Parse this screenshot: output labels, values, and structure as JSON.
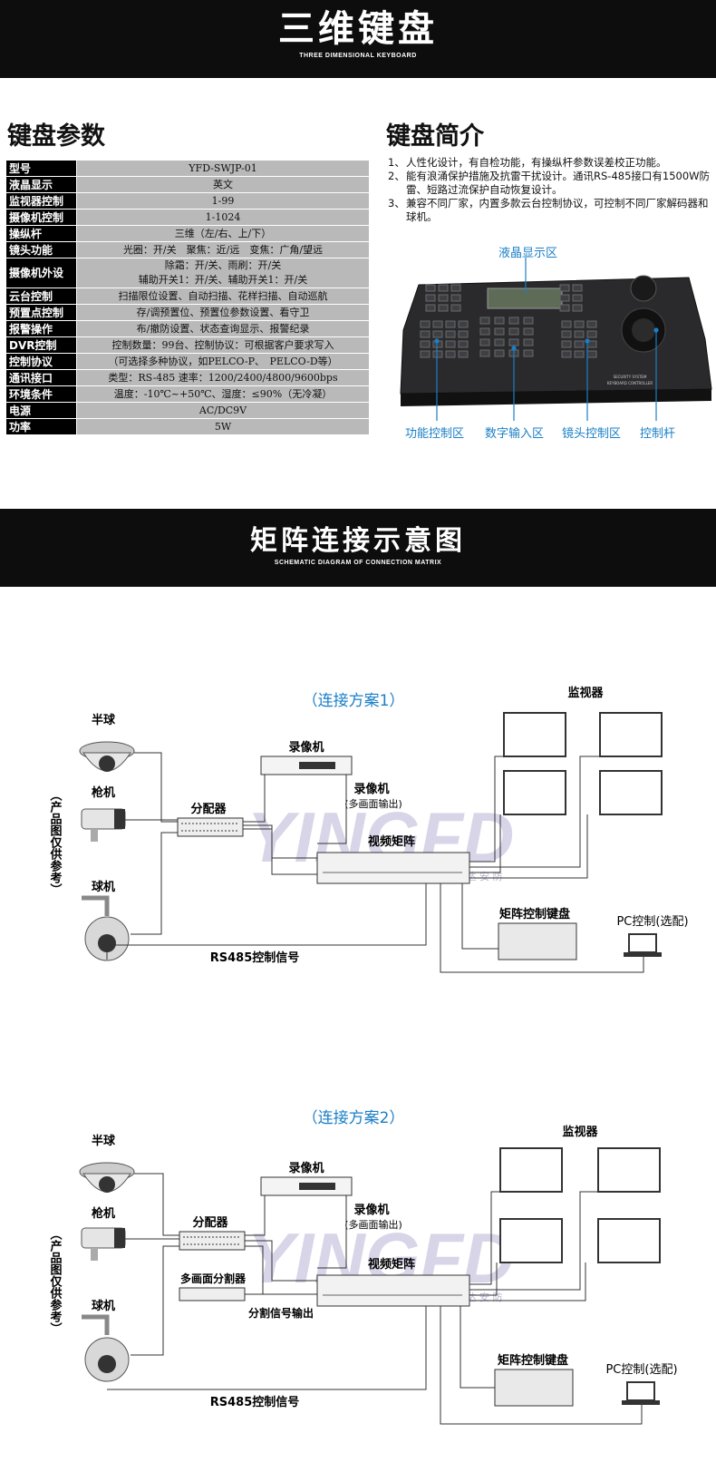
{
  "header": {
    "title": "三维键盘",
    "subtitle": "THREE DIMENSIONAL KEYBOARD"
  },
  "params": {
    "heading": "键盘参数",
    "rows": [
      {
        "k": "型号",
        "v": "YFD-SWJP-01"
      },
      {
        "k": "液晶显示",
        "v": "英文"
      },
      {
        "k": "监视器控制",
        "v": "1-99"
      },
      {
        "k": "摄像机控制",
        "v": "1-1024"
      },
      {
        "k": "操纵杆",
        "v": "三维（左/右、上/下）"
      },
      {
        "k": "镜头功能",
        "v": "光圈：开/关　聚焦：近/远　变焦：广角/望远"
      },
      {
        "k": "摄像机外设",
        "v": "除霜：开/关、雨刷：开/关",
        "v2": "辅助开关1：开/关、辅助开关1：开/关"
      },
      {
        "k": "云台控制",
        "v": "扫描限位设置、自动扫描、花样扫描、自动巡航"
      },
      {
        "k": "预置点控制",
        "v": "存/调预置位、预置位参数设置、看守卫"
      },
      {
        "k": "报警操作",
        "v": "布/撤防设置、状态查询显示、报警纪录"
      },
      {
        "k": "DVR控制",
        "v": "控制数量：99台、控制协议：可根据客户要求写入"
      },
      {
        "k": "控制协议",
        "v": "（可选择多种协议，如PELCO-P、　PELCO-D等）"
      },
      {
        "k": "通讯接口",
        "v": "类型：RS-485 速率：1200/2400/4800/9600bps"
      },
      {
        "k": "环境条件",
        "v": "温度：-10℃~+50℃、湿度：≤90%（无冷凝）"
      },
      {
        "k": "电源",
        "v": "AC/DC9V"
      },
      {
        "k": "功率",
        "v": "5W"
      }
    ]
  },
  "intro": {
    "heading": "键盘简介",
    "items": [
      {
        "n": "1、",
        "t": "人性化设计，有自检功能，有操纵杆参数误差校正功能。"
      },
      {
        "n": "2、",
        "t": "能有浪涌保护措施及抗雷干扰设计。通讯RS-485接口有1500W防雷、短路过流保护自动恢复设计。"
      },
      {
        "n": "3、",
        "t": "兼容不同厂家，内置多款云台控制协议，可控制不同厂家解码器和球机。"
      }
    ]
  },
  "keyboard": {
    "lcd_label": "液晶显示区",
    "labels": [
      "功能控制区",
      "数字输入区",
      "镜头控制区",
      "控制杆"
    ],
    "panel_text1": "SECURITY SYSTEM",
    "panel_text2": "KEYBOARD CONTROLLER"
  },
  "matrix": {
    "title": "矩阵连接示意图",
    "subtitle": "SCHEMATIC DIAGRAM OF CONNECTION MATRIX"
  },
  "scheme1": {
    "title": "（连接方案1）",
    "dome": "半球",
    "bullet": "枪机",
    "ptz": "球机",
    "side_note": "（产品图仅供参考）",
    "splitter": "分配器",
    "recorder": "录像机",
    "recorder2": "录像机",
    "recorder2_sub": "(多画面输出)",
    "matrix": "视频矩阵",
    "monitors": "监视器",
    "kbd": "矩阵控制键盘",
    "pc": "PC控制(选配)",
    "rs485": "RS485控制信号"
  },
  "scheme2": {
    "title": "（连接方案2）",
    "dome": "半球",
    "bullet": "枪机",
    "ptz": "球机",
    "side_note": "（产品图仅供参考）",
    "splitter": "分配器",
    "recorder": "录像机",
    "recorder2": "录像机",
    "recorder2_sub": "(多画面输出)",
    "multi": "多画面分割器",
    "split_out": "分割信号输出",
    "matrix": "视频矩阵",
    "monitors": "监视器",
    "kbd": "矩阵控制键盘",
    "pc": "PC控制(选配)",
    "rs485": "RS485控制信号"
  },
  "watermark": {
    "text": "YINGFD",
    "sub": "英 飞 达 安 防"
  }
}
